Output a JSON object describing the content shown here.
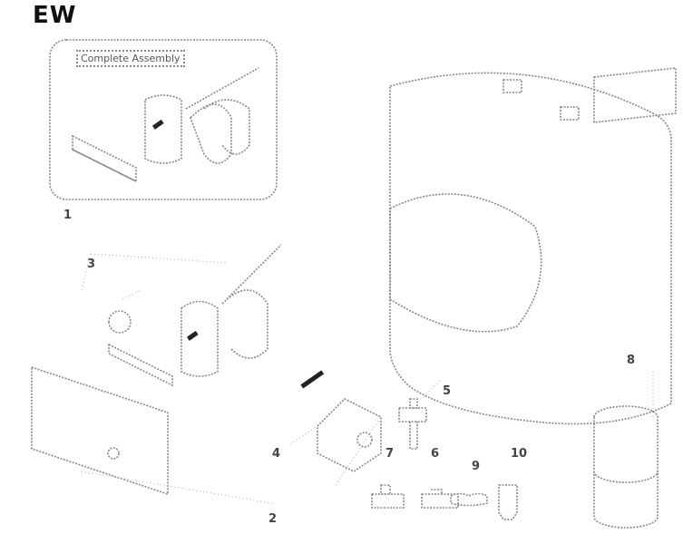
{
  "title": "EW",
  "assembly_label": "Complete Assembly",
  "callouts": [
    "1",
    "2",
    "3",
    "4",
    "5",
    "6",
    "7",
    "8",
    "9",
    "10"
  ]
}
